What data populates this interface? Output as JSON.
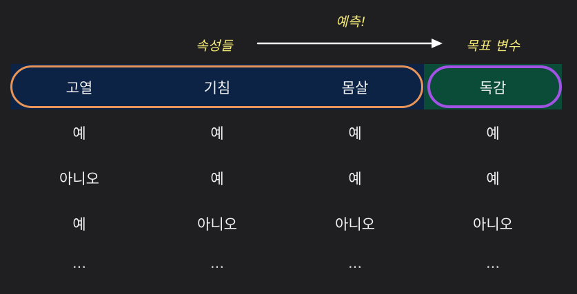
{
  "annotations": {
    "features": "속성들",
    "predict": "예측!",
    "target": "목표 변수"
  },
  "table": {
    "headers": [
      "고열",
      "기침",
      "몸살",
      "독감"
    ],
    "rows": [
      [
        "예",
        "예",
        "예",
        "예"
      ],
      [
        "아니오",
        "예",
        "예",
        "예"
      ],
      [
        "예",
        "아니오",
        "아니오",
        "아니오"
      ],
      [
        "...",
        "...",
        "...",
        "..."
      ]
    ]
  },
  "colors": {
    "background": "#1f1f22",
    "annotation": "#f5ea78",
    "feature_header_fill": "#0c2345",
    "feature_outline": "#e9955a",
    "target_header_fill": "#0b4c38",
    "target_outline": "#a352e6"
  }
}
